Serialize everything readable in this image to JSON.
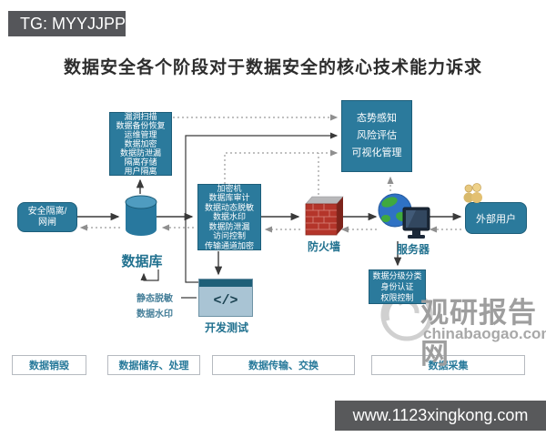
{
  "badge": {
    "label": "TG: MYYJJPP"
  },
  "title": "数据安全各个阶段对于数据安全的核心技术能力诉求",
  "nodes": {
    "security_isolation": {
      "line1": "安全隔离/",
      "line2": "网闸"
    },
    "database": {
      "label": "数据库"
    },
    "storage_capabilities": {
      "items": [
        "漏洞扫描",
        "数据备份恢复",
        "运维管理",
        "数据加密",
        "数据防泄漏",
        "隔离存储",
        "用户隔离"
      ]
    },
    "processing_capabilities": {
      "items": [
        "加密机",
        "数据库审计",
        "数据动态脱敏",
        "数据水印",
        "数据防泄漏",
        "访问控制",
        "传输通道加密"
      ]
    },
    "monitoring_capabilities": {
      "items": [
        "态势感知",
        "风险评估",
        "可视化管理"
      ]
    },
    "governance_capabilities": {
      "items": [
        "数据分级分类",
        "身份认证",
        "权限控制"
      ]
    },
    "firewall": {
      "label": "防火墙"
    },
    "server": {
      "label": "服务器"
    },
    "external_user": {
      "label": "外部用户"
    },
    "dev_test": {
      "label": "开发测试",
      "glyph": "</>"
    },
    "static_masking": {
      "label": "静态脱敏"
    },
    "data_watermark": {
      "label": "数据水印"
    }
  },
  "stages": {
    "items": [
      "数据销毁",
      "数据储存、处理",
      "数据传输、交换",
      "数据采集"
    ]
  },
  "watermark": {
    "name": "观研报告网",
    "domain": "chinabaogao.com"
  },
  "footer": {
    "url": "www.1123xingkong.com"
  },
  "colors": {
    "teal": "#2b7a9c",
    "label_teal": "#21718f",
    "firewall_red": "#b4352a",
    "footer_gray": "#58595b",
    "watermark_gray": "#9e9e9e"
  }
}
